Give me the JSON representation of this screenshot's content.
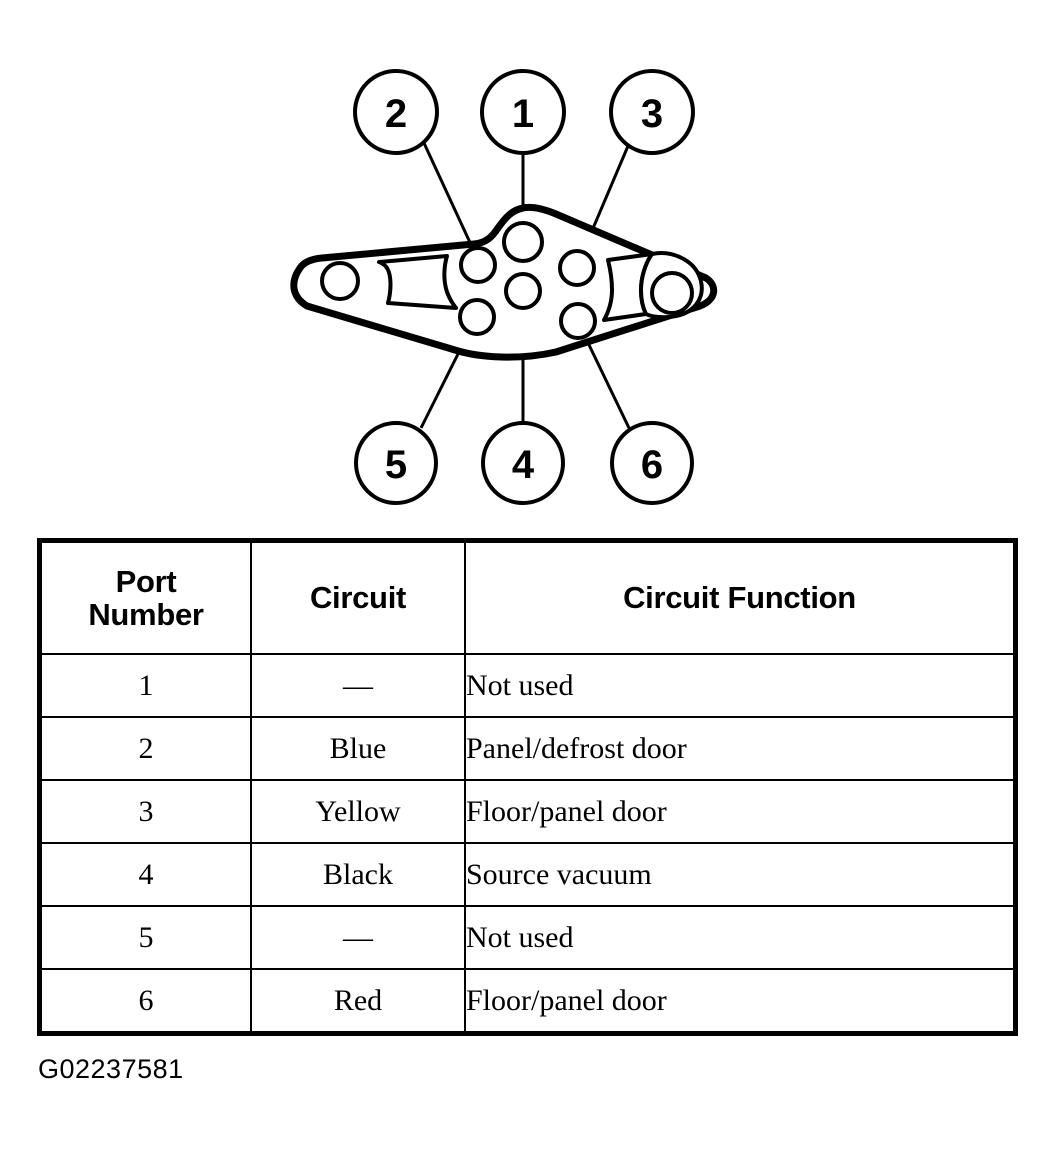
{
  "figure": {
    "id_caption": "G02237581",
    "callouts": [
      {
        "label": "1",
        "position": "top-center"
      },
      {
        "label": "2",
        "position": "top-left"
      },
      {
        "label": "3",
        "position": "top-right"
      },
      {
        "label": "4",
        "position": "bottom-center"
      },
      {
        "label": "5",
        "position": "bottom-left"
      },
      {
        "label": "6",
        "position": "bottom-right"
      }
    ],
    "shape_name": "vacuum-connector-body",
    "port_count": 6,
    "mounting_hole_count": 2,
    "line_color": "#000000",
    "fill_color": "#ffffff"
  },
  "table": {
    "headers": {
      "port_number": "Port\nNumber",
      "port_number_line1": "Port",
      "port_number_line2": "Number",
      "circuit": "Circuit",
      "circuit_function": "Circuit Function"
    },
    "rows": [
      {
        "port": "1",
        "circuit": "—",
        "function": "Not used"
      },
      {
        "port": "2",
        "circuit": "Blue",
        "function": "Panel/defrost door"
      },
      {
        "port": "3",
        "circuit": "Yellow",
        "function": "Floor/panel door"
      },
      {
        "port": "4",
        "circuit": "Black",
        "function": "Source vacuum"
      },
      {
        "port": "5",
        "circuit": "—",
        "function": "Not used"
      },
      {
        "port": "6",
        "circuit": "Red",
        "function": "Floor/panel door"
      }
    ]
  }
}
